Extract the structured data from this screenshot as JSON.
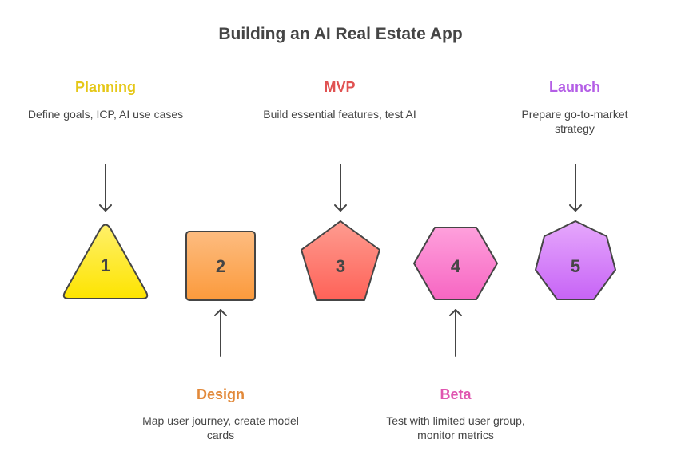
{
  "title": "Building an AI Real Estate App",
  "steps": [
    {
      "number": "1",
      "title": "Planning",
      "description": "Define goals, ICP, AI use cases",
      "shape": "triangle",
      "color": "#e5c717",
      "position": "top"
    },
    {
      "number": "2",
      "title": "Design",
      "description": "Map user journey, create model cards",
      "shape": "square",
      "color": "#e2893a",
      "position": "bottom"
    },
    {
      "number": "3",
      "title": "MVP",
      "description": "Build essential features, test AI",
      "shape": "pentagon",
      "color": "#e05252",
      "position": "top"
    },
    {
      "number": "4",
      "title": "Beta",
      "description": "Test with limited user group, monitor metrics",
      "shape": "hexagon",
      "color": "#e055b0",
      "position": "bottom"
    },
    {
      "number": "5",
      "title": "Launch",
      "description": "Prepare go-to-market strategy",
      "shape": "heptagon",
      "color": "#b45ee6",
      "position": "top"
    }
  ]
}
